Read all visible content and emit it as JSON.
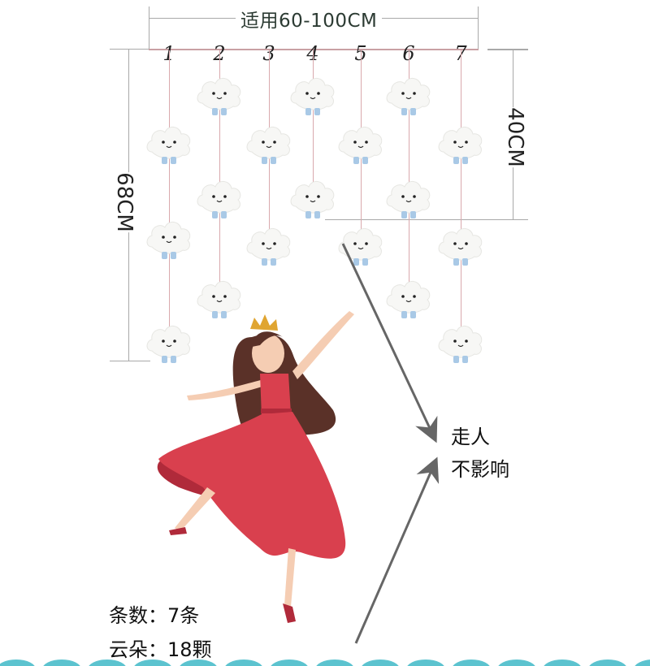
{
  "width_dimension": {
    "label": "适用60-100CM"
  },
  "height_dimension_left": {
    "label": "68CM"
  },
  "height_dimension_right": {
    "label": "40CM"
  },
  "strands": [
    {
      "number": "1",
      "clouds": 3
    },
    {
      "number": "2",
      "clouds": 3
    },
    {
      "number": "3",
      "clouds": 2
    },
    {
      "number": "4",
      "clouds": 2
    },
    {
      "number": "5",
      "clouds": 2
    },
    {
      "number": "6",
      "clouds": 3
    },
    {
      "number": "7",
      "clouds": 3
    }
  ],
  "annotation": {
    "line1": "走人",
    "line2": "不影响"
  },
  "stats": {
    "strand_count": "条数：7条",
    "cloud_count": "云朵：18颗"
  },
  "colors": {
    "cloud": "#f7f7f5",
    "cloud_feet": "#a9c9e6",
    "string": "#d9a9ad",
    "dimension_line": "#a9a9a9",
    "dress": "#d9404e",
    "dress_shadow": "#b02a3a",
    "hair": "#5a3128",
    "skin": "#f5cdb3",
    "crown": "#e0a531",
    "arrow": "#666666",
    "wave": "#5cc3cf"
  }
}
